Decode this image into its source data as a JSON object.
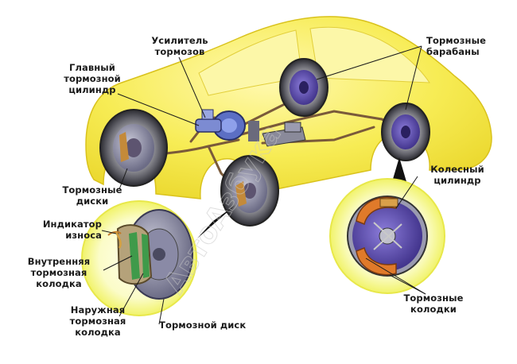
{
  "labels": {
    "booster": "Усилитель\nтормозов",
    "master_cylinder": "Главный\nтормозной\nцилиндр",
    "brake_drums": "Тормозные\nбарабаны",
    "brake_discs": "Тормозные\nдиски",
    "wheel_cylinder": "Колесный\nцилиндр",
    "wear_indicator": "Индикатор\nизноса",
    "inner_pad": "Внутренняя\nтормозная\nколодка",
    "outer_pad": "Наружная\nтормозная\nколодка",
    "brake_disc": "Тормозной диск",
    "brake_shoes": "Тормозные\nколодки"
  },
  "watermark": "АвтоАзбука",
  "colors": {
    "car_body": "#f6e94a",
    "brake_line": "#7a5a3a",
    "detail_glow": "#fafbb0",
    "pad_green": "#3f9a4a",
    "shoe_orange": "#e07a2a",
    "drum_purple": "#6e5bc2"
  }
}
